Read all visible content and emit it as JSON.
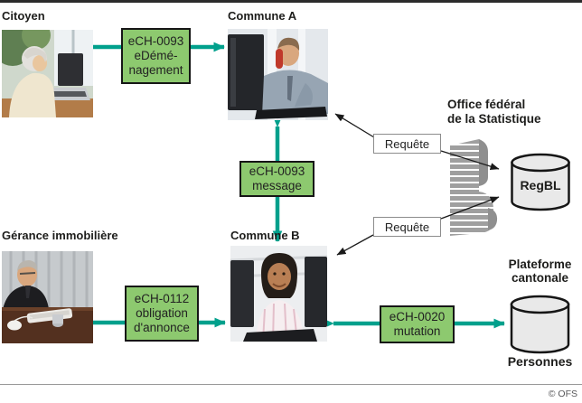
{
  "labels": {
    "citoyen": "Citoyen",
    "commune_a": "Commune A",
    "commune_b": "Commune B",
    "gerance": "Gérance immobilière",
    "ofs_line1": "Office fédéral",
    "ofs_line2": "de la Statistique",
    "plateforme_line1": "Plateforme",
    "plateforme_line2": "cantonale",
    "regbl": "RegBL",
    "personnes": "Personnes"
  },
  "boxes": {
    "edemenagement": {
      "lines": [
        "eCH-0093",
        "eDémé-",
        "nagement"
      ]
    },
    "message": {
      "lines": [
        "eCH-0093",
        "message"
      ]
    },
    "obligation": {
      "lines": [
        "eCH-0112",
        "obligation",
        "d'annonce"
      ]
    },
    "mutation": {
      "lines": [
        "eCH-0020",
        "mutation"
      ]
    }
  },
  "requete": {
    "label": "Requête"
  },
  "footer": {
    "copyright": "© OFS"
  },
  "photos": {
    "citoyen": "elderly-woman-at-laptop",
    "commune_a": "clerk-on-phone-at-computer",
    "gerance": "property-manager-at-desk",
    "commune_b": "clerk-woman-at-computer"
  },
  "colors": {
    "accent_teal": "#00a08c",
    "box_green": "#8dc96f",
    "database_gray": "#e9e9e9",
    "building_gray": "#9f9f9f"
  }
}
